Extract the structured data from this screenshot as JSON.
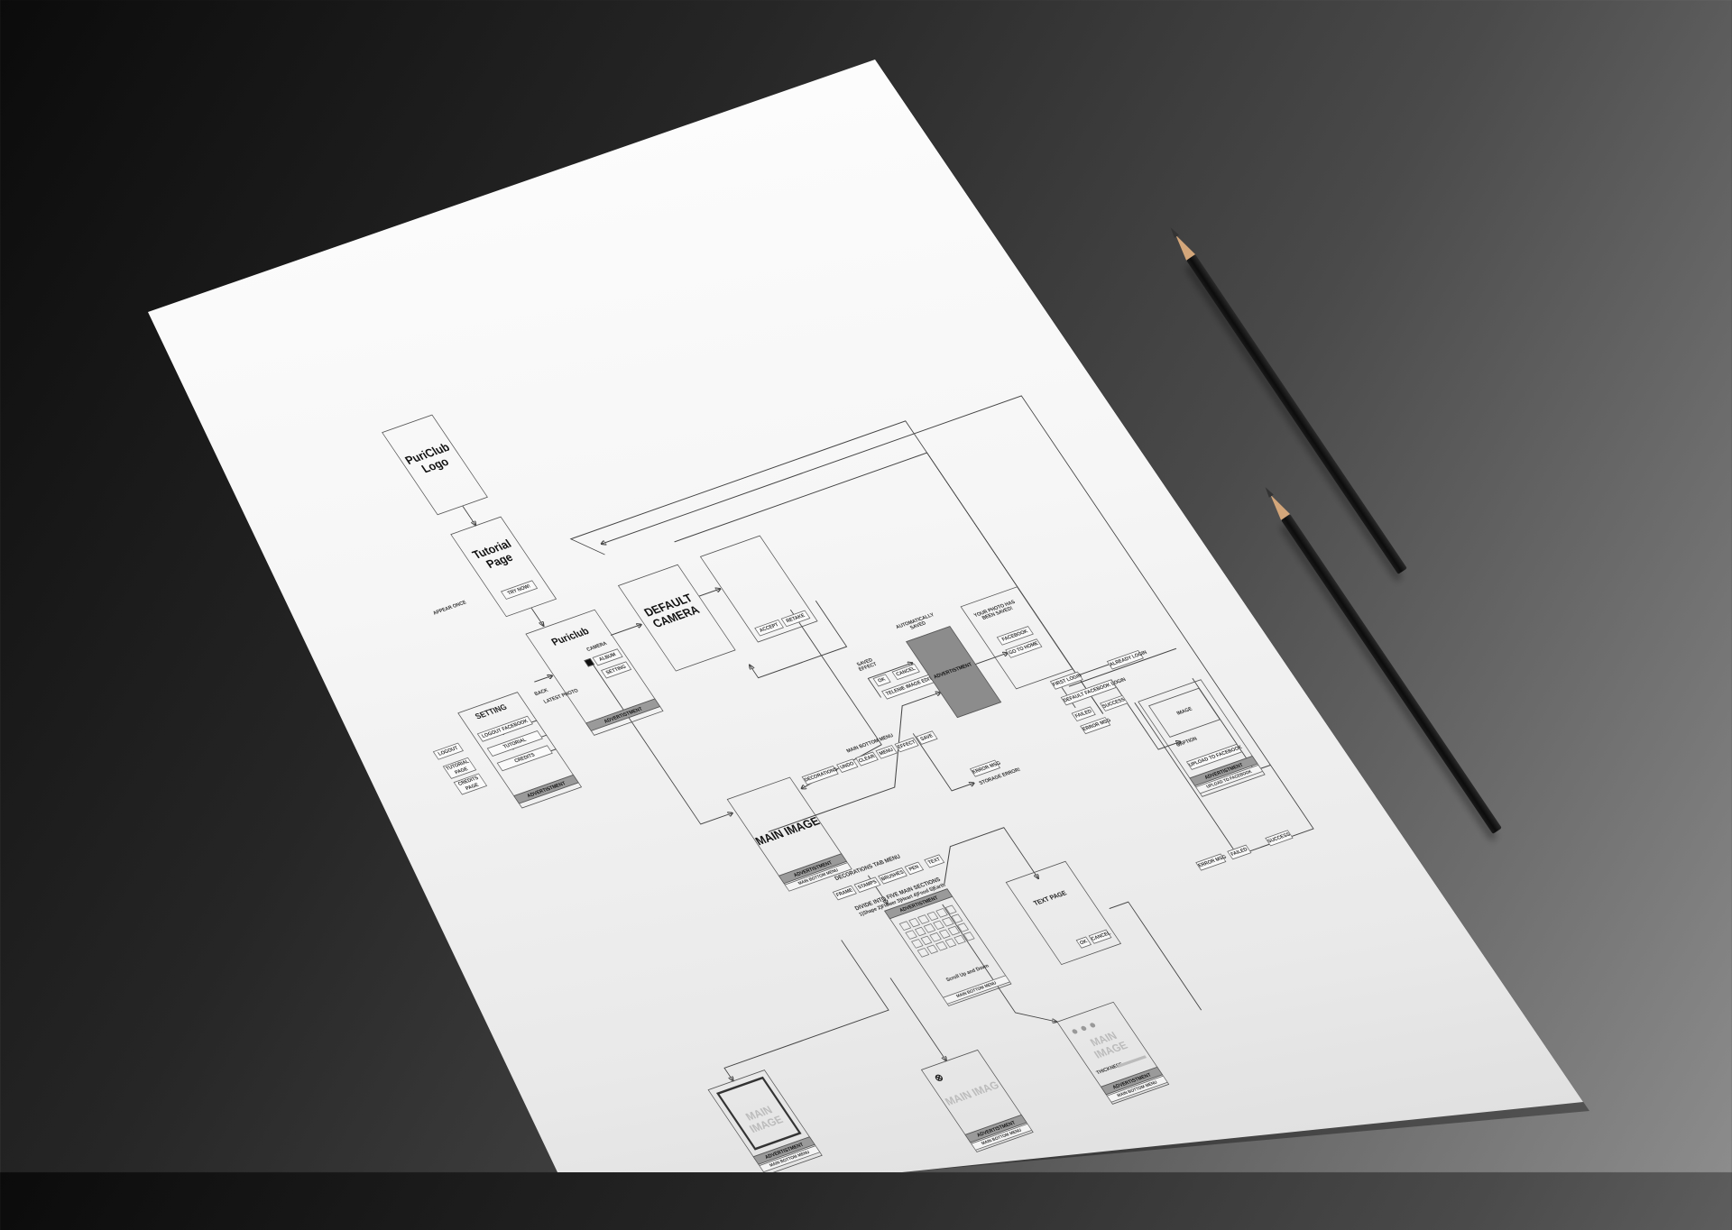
{
  "colors": {
    "ad_fill": "#8c8c8c",
    "line": "#444444",
    "paper": "#f6f6f6"
  },
  "flow": {
    "logo": "PuriClub\nLogo",
    "tutorial": {
      "title": "Tutorial\nPage",
      "btn": "TRY NOW!"
    },
    "appear_once": "APPEAR ONCE",
    "puriclub": {
      "title": "Puriclub",
      "camera": "CAMERA",
      "album": "ALBUM",
      "setting": "SETTING",
      "ad": "ADVERTISTMENT"
    },
    "back": "BACK",
    "latest_photo": "LATEST PHOTO",
    "setting": {
      "title": "SETTING",
      "items": [
        "LOGOUT FACEBOOK",
        "TUTORIAL",
        "CREDITS"
      ],
      "ad": "ADVERTISTMENT"
    },
    "setting_targets": [
      "LOGOUT",
      "TUTORIAL\nPAGE",
      "CREDITS\nPAGE"
    ],
    "default_camera": "DEFAULT\nCAMERA",
    "camera_result": {
      "accept": "ACCEPT",
      "retake": "RETAKE"
    },
    "main_image": {
      "title": "MAIN IMAGE",
      "ad": "ADVERTISTMENT",
      "menu": "MAIN BOTTOM MENU"
    },
    "main_bottom_menu": {
      "title": "MAIN BOTTOM MENU",
      "items": [
        "DECORATIONS",
        "UNDO",
        "CLEAR",
        "MENU",
        "EFFECT",
        "SAVE"
      ]
    },
    "saved_effect": "SAVED\nEFFECT",
    "ok": "OK",
    "cancel": "CANCEL",
    "telenie": "TELENIE IMAGE EDITOR",
    "auto_saved": "AUTOMATICALLY\nSAVED",
    "ad_center": "ADVERTISTMENT",
    "error_msg": "ERROR MSG",
    "storage_error": "STORAGE ERROR!",
    "photo_saved": {
      "title": "YOUR PHOTO HAS\nBEEN SAVED!",
      "facebook": "FACEBOOK",
      "home": "GO TO HOME"
    },
    "first_login": "FIRST LOGIN",
    "already_login": "ALREADY LOGIN",
    "default_fb": "DEFAULT FACEBOOK LOGIN",
    "failed": "FAILED",
    "success": "SUCCESS",
    "error_msg2": "ERROR MSG",
    "upload": {
      "image": "IMAGE",
      "caption": "CAPTION",
      "btn": "UPLOAD TO FACEBOOK",
      "ad": "ADVERTISTMENT",
      "cancel": "UPLOAD TO FACEBOOK"
    },
    "bottom_status": [
      "ERROR MSG",
      "FAILED",
      "SUCCESS"
    ],
    "decorations_tab": {
      "title": "DECORATIONS TAB MENU",
      "tabs": [
        "FRAME",
        "STAMPS",
        "BRUSHES",
        "PEN",
        "TEXT"
      ]
    },
    "divide": "DIVIDE INTO FIVE MAIN SECTIONS",
    "divide_sub": "1)Shape 2)Flower 3)Heart 4)Food 5)Earth",
    "decor_panel": {
      "ad": "ADVERTISTMENT",
      "note": "Scroll Up and Down",
      "menu": "MAIN BOTTOM MENU"
    },
    "text_page": {
      "title": "TEXT PAGE",
      "ok": "OK",
      "cancel": "CANCEL"
    },
    "frame_screen": {
      "ghost": "MAIN IMAGE",
      "ad": "ADVERTISTMENT",
      "menu": "MAIN BOTTOM MENU"
    },
    "stamp_screen": {
      "ghost": "MAIN IMAG",
      "ad": "ADVERTISTMENT",
      "menu": "MAIN BOTTOM MENU"
    },
    "brush_screen": {
      "ghost": "MAIN IMAGE",
      "label": "THICKNESS",
      "ad": "ADVERTISTMENT",
      "menu": "MAIN BOTTOM MENU"
    }
  }
}
